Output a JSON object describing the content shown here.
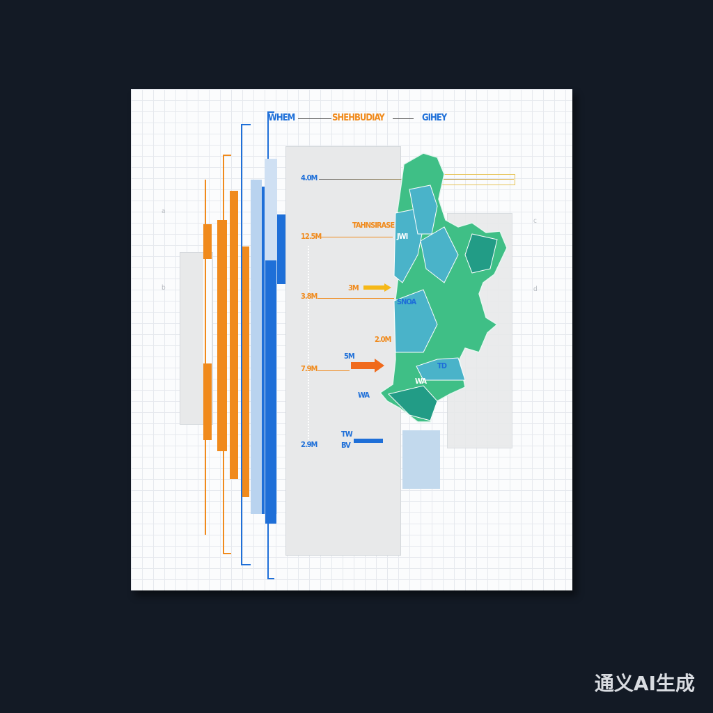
{
  "header": {
    "left": "WHEM",
    "center": "SHEHBUDIAY",
    "right": "GIHEY"
  },
  "left_labels": [
    "4.0M",
    "12.5M",
    "3.8M",
    "7.9M",
    "2.9M"
  ],
  "mid_labels": [
    "TAHNSIRASE",
    "3M",
    "2.0M",
    "5M",
    "WA",
    "TW",
    "BV"
  ],
  "map_labels": [
    "JWI",
    "SNOA",
    "TD",
    "WA"
  ],
  "side_faint": [
    "a",
    "b",
    "c",
    "d"
  ],
  "watermark": "通义AI生成",
  "colors": {
    "background": "#131a25",
    "orange": "#f08a1c",
    "blue": "#1e6fd8",
    "teal": "#4ab3c9",
    "green": "#3fbf86",
    "dark_green": "#229c86"
  }
}
